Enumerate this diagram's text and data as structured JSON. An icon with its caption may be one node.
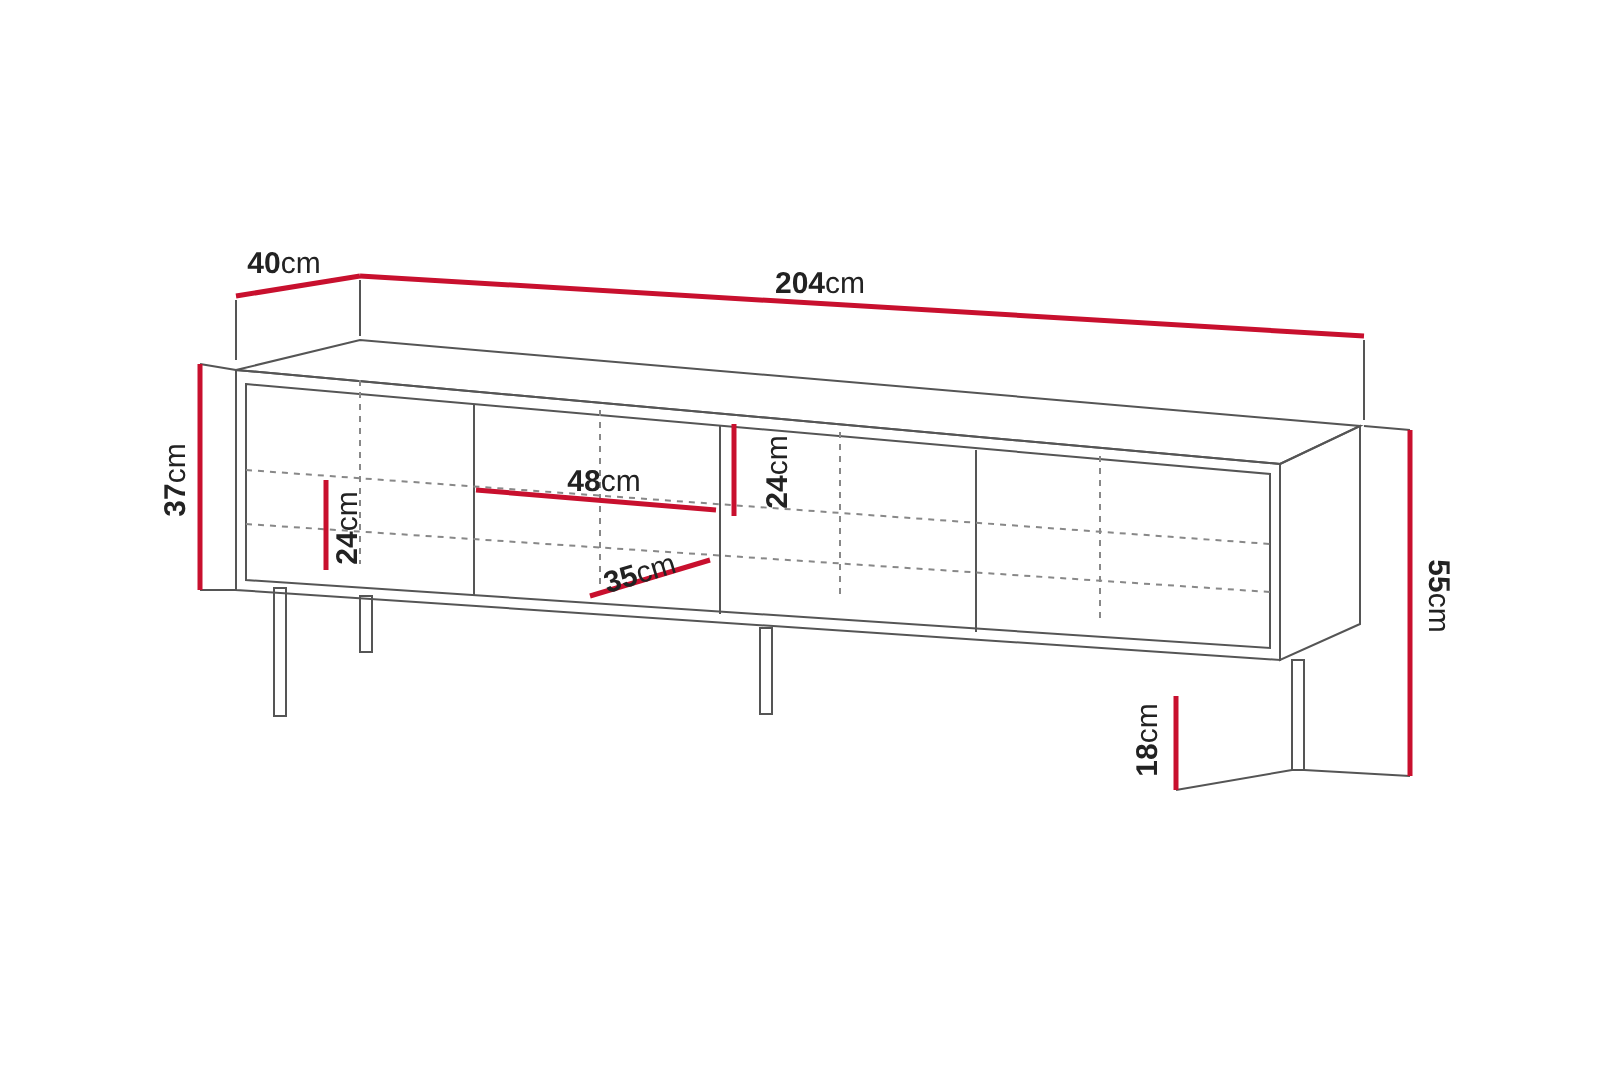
{
  "diagram": {
    "labels": [
      "**40**cm",
      "**204**cm",
      "**37**cm",
      "**24**cm",
      "**48**cm",
      "**24**cm",
      "**35**cm",
      "**55**cm",
      "**18**cm"
    ]
  }
}
